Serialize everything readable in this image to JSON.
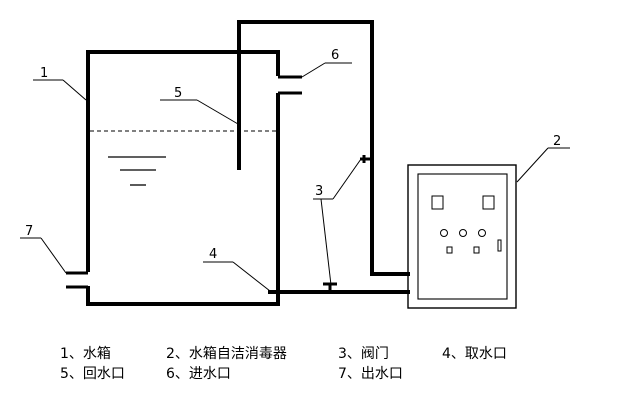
{
  "callouts": {
    "c1": "1",
    "c2": "2",
    "c3": "3",
    "c4": "4",
    "c5": "5",
    "c6": "6",
    "c7": "7"
  },
  "legend": {
    "row1": [
      "1、水箱",
      "2、水箱自洁消毒器",
      "3、阀门",
      "4、取水口"
    ],
    "row2": [
      "5、回水口",
      "6、进水口",
      "7、出水口"
    ]
  }
}
